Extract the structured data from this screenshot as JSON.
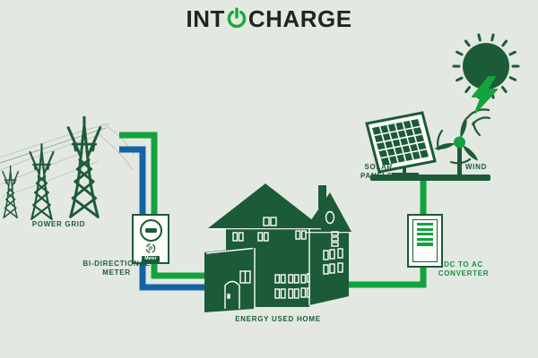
{
  "brand": {
    "name": "INTOCHARGE",
    "logo_left": "INT",
    "logo_right": "CHARGE",
    "logo_icon": "power-icon"
  },
  "colors": {
    "background": "#e4e8e3",
    "dark_green": "#1c5b38",
    "bright_green": "#12a33c",
    "blue": "#1464a4",
    "logo_text": "#20261f",
    "converter_label_green": "#189142"
  },
  "nodes": {
    "power_grid": {
      "label": "POWER GRID",
      "icon": "transmission-towers-icon"
    },
    "meter": {
      "label": "BI-DIRECTIONAL METER",
      "tag": "Meter",
      "icon": "electric-meter-icon"
    },
    "home": {
      "label": "ENERGY USED HOME",
      "icon": "house-icon"
    },
    "solar": {
      "label": "SOLAR PANELS",
      "icon": "solar-panel-icon"
    },
    "wind": {
      "label": "WIND",
      "icon": "wind-turbine-icon"
    },
    "converter": {
      "label": "DC TO AC CONVERTER",
      "icon": "inverter-icon"
    },
    "sun": {
      "icon": "sun-with-lightning-bolt-icon"
    }
  },
  "connections": [
    {
      "from": "power_grid",
      "to": "home",
      "via": "meter",
      "color_name": "green"
    },
    {
      "from": "power_grid",
      "to": "home",
      "via": "meter",
      "color_name": "blue"
    },
    {
      "from": "solar_wind",
      "to": "home",
      "via": "converter",
      "color_name": "green"
    }
  ]
}
